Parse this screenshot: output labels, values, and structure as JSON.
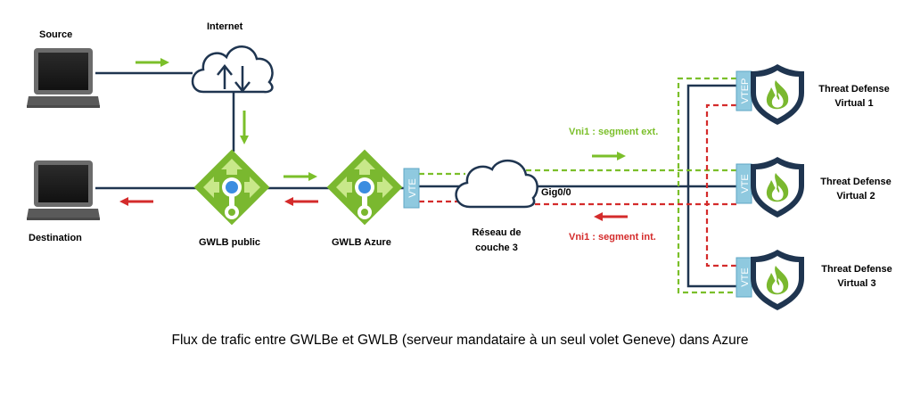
{
  "labels": {
    "source": "Source",
    "destination": "Destination",
    "internet": "Internet",
    "gwlb_public": "GWLB public",
    "gwlb_azure": "GWLB Azure",
    "reseau_line1": "Réseau de",
    "reseau_line2": "couche 3",
    "gig": "Gig0/0",
    "vni_ext": "Vni1 : segment ext.",
    "vni_int": "Vni1 : segment int.",
    "td1_line1": "Threat Defense",
    "td1_line2": "Virtual 1",
    "td2_line1": "Threat Defense",
    "td2_line2": "Virtual 2",
    "td3_line1": "Threat Defense",
    "td3_line2": "Virtual 3",
    "vte_left": "VTE",
    "vtep_1": "VTEP",
    "vte_2": "VTE",
    "vte_3": "VTE"
  },
  "caption": "Flux de trafic entre GWLBe et GWLB (serveur mandataire à un seul volet Geneve) dans Azure",
  "colors": {
    "green": "#7bbf2a",
    "red": "#d42b2b",
    "navy": "#1f3550",
    "gwlb": "#7ab82f",
    "vte_box": "#8fc9df"
  },
  "icons": [
    "laptop-icon",
    "cloud-upload-download-icon",
    "load-balancer-icon",
    "cloud-icon",
    "shield-fire-icon"
  ]
}
